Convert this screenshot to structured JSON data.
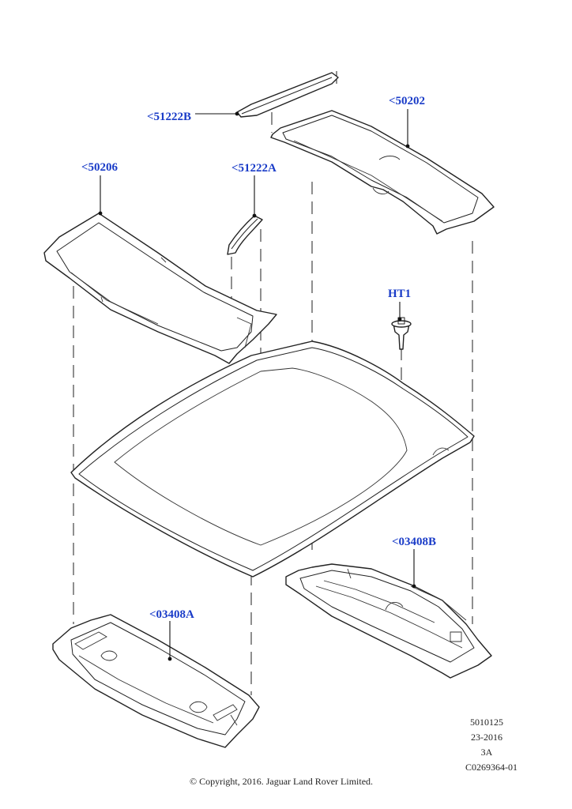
{
  "callouts": {
    "p51222b": "<51222B",
    "p50202": "<50202",
    "p50206": "<50206",
    "p51222a": "<51222A",
    "ht1": "HT1",
    "p03408b": "<03408B",
    "p03408a": "<03408A"
  },
  "reference": {
    "line1": "5010125",
    "line2": "23-2016",
    "line3": "3A",
    "line4": "C0269364-01"
  },
  "copyright": "© Copyright, 2016. Jaguar Land Rover Limited.",
  "colors": {
    "callout_text": "#1a3cc8",
    "line_art": "#222222",
    "background": "#ffffff"
  }
}
